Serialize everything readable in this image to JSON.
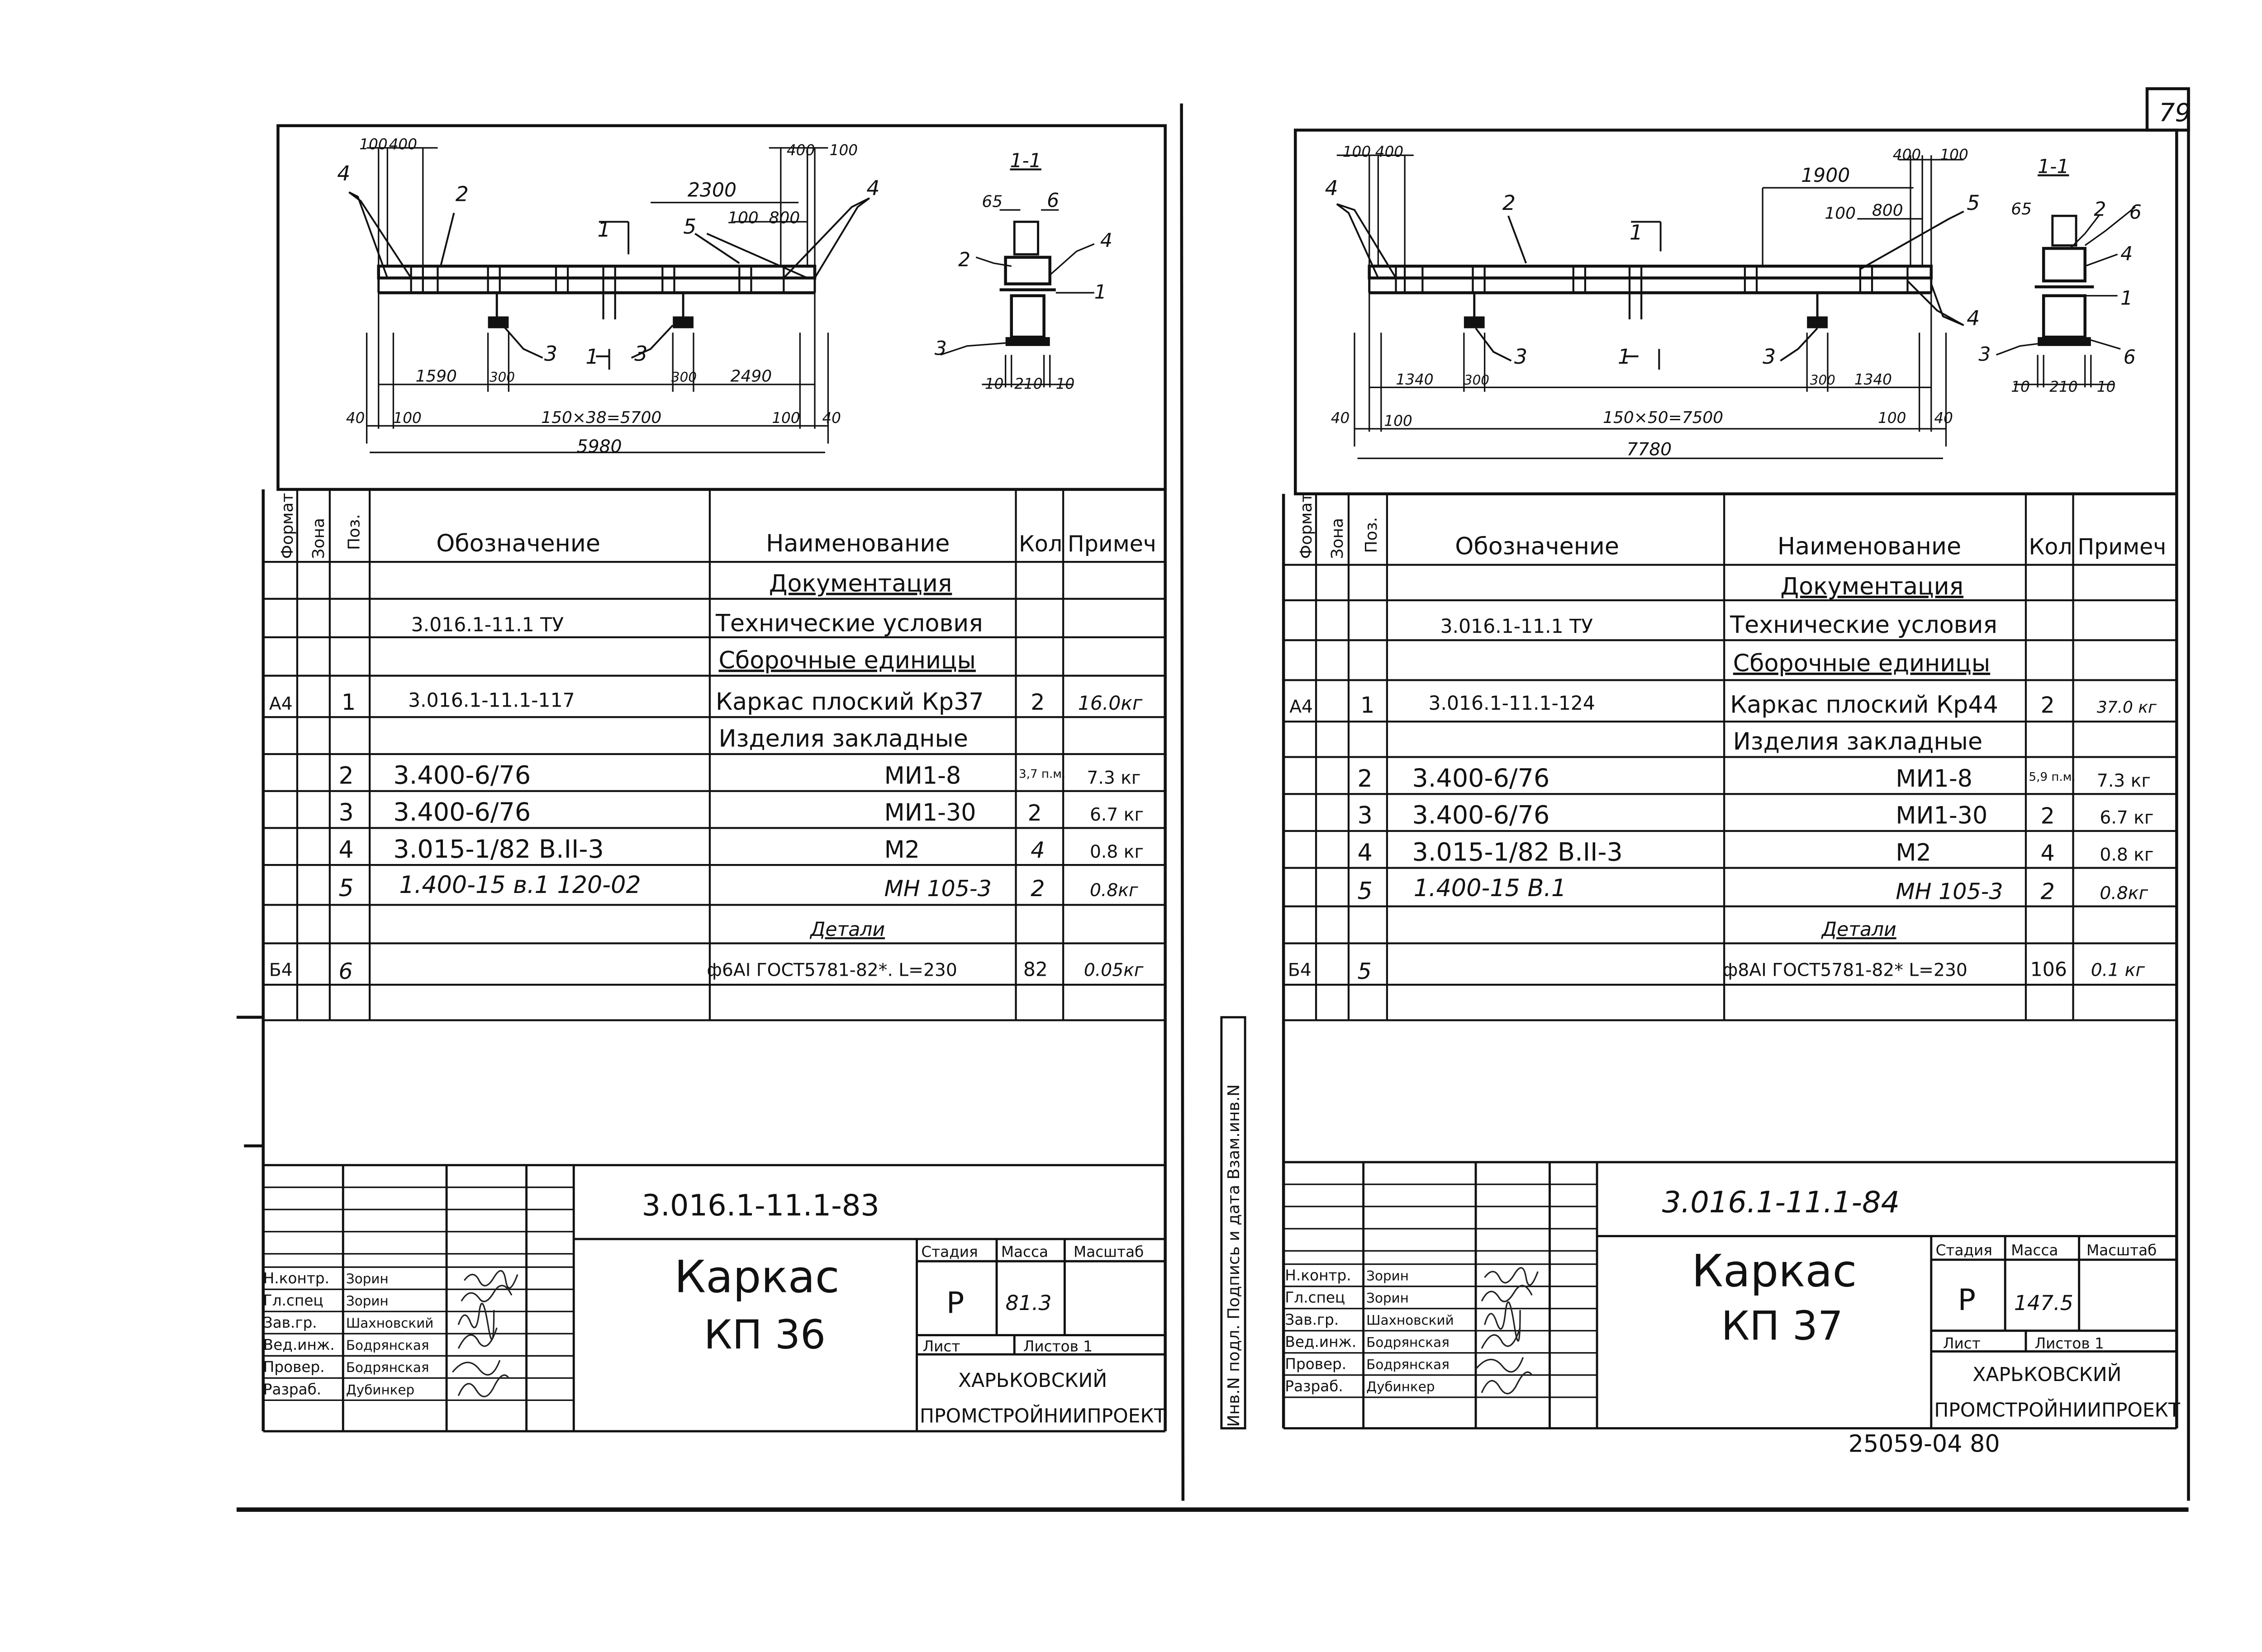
{
  "page_number": "79",
  "archive_number": "25059-04 80",
  "side_stamp": "Инв.N подл. Подпись и дата Взам.инв.N",
  "sheet_left": {
    "drawing": {
      "dims_top_left": [
        "100",
        "400"
      ],
      "dims_top_right": [
        "400",
        "100"
      ],
      "dim_2300": "2300",
      "dim_100": "100",
      "dim_800": "800",
      "dim_1590": "1590",
      "dim_300a": "300",
      "dim_300b": "300",
      "dim_2490": "2490",
      "dim_40a": "40",
      "dim_100a": "100",
      "dim_mid": "150×38=5700",
      "dim_100b": "100",
      "dim_40b": "40",
      "dim_total": "5980",
      "pos_labels": [
        "4",
        "2",
        "1",
        "5",
        "4",
        "3",
        "1",
        "3"
      ],
      "section_title": "1-1",
      "section_dims": [
        "65",
        "6",
        "2",
        "4",
        "1",
        "3",
        "10",
        "210",
        "10"
      ]
    },
    "spec_headers": [
      "Формат",
      "Зона",
      "Поз.",
      "Обозначение",
      "Наименование",
      "Кол",
      "Примеч"
    ],
    "section_doc": "Документация",
    "rows": [
      {
        "fmt": "",
        "pos": "",
        "code": "3.016.1-11.1 ТУ",
        "name": "Технические условия",
        "qty": "",
        "note": ""
      },
      {
        "fmt": "",
        "pos": "",
        "code": "",
        "name": "Сборочные единицы",
        "qty": "",
        "note": ""
      },
      {
        "fmt": "А4",
        "pos": "1",
        "code": "3.016.1-11.1-117",
        "name": "Каркас плоский Кр37",
        "qty": "2",
        "note": "16.0кг"
      },
      {
        "fmt": "",
        "pos": "",
        "code": "",
        "name": "Изделия закладные",
        "qty": "",
        "note": ""
      },
      {
        "fmt": "",
        "pos": "2",
        "code": "3.400-6/76",
        "name": "МИ1-8",
        "qty": "3,7 п.м.",
        "note": "7.3 кг"
      },
      {
        "fmt": "",
        "pos": "3",
        "code": "3.400-6/76",
        "name": "МИ1-30",
        "qty": "2",
        "note": "6.7 кг"
      },
      {
        "fmt": "",
        "pos": "4",
        "code": "3.015-1/82  В.II-3",
        "name": "М2",
        "qty": "4",
        "note": "0.8 кг"
      },
      {
        "fmt": "",
        "pos": "5",
        "code": "1.400-15  в.1 120-02",
        "name": "МН 105-3",
        "qty": "2",
        "note": "0.8кг"
      },
      {
        "fmt": "",
        "pos": "",
        "code": "",
        "name": "Детали",
        "qty": "",
        "note": ""
      },
      {
        "fmt": "Б4",
        "pos": "6",
        "code": "",
        "name": "ф6АI ГОСТ5781-82*. L=230",
        "qty": "82",
        "note": "0.05кг"
      }
    ],
    "title_code": "3.016.1-11.1-83",
    "title_name_1": "Каркас",
    "title_name_2": "КП 36",
    "stage_headers": [
      "Стадия",
      "Масса",
      "Масштаб"
    ],
    "stage": "Р",
    "mass": "81.3",
    "sheet_label": "Лист",
    "sheets_label": "Листов 1",
    "org_1": "ХАРЬКОВСКИЙ",
    "org_2": "ПРОМСТРОЙНИИПРОЕКТ",
    "roles": [
      "Н.контр.",
      "Гл.спец",
      "Зав.гр.",
      "Вед.инж.",
      "Провер.",
      "Разраб."
    ],
    "names": [
      "Зорин",
      "Зорин",
      "Шахновский",
      "Бодрянская",
      "Бодрянская",
      "Дубинкер"
    ]
  },
  "sheet_right": {
    "drawing": {
      "dims_top_left": [
        "100",
        "400"
      ],
      "dims_top_right": [
        "400",
        "100"
      ],
      "dim_1900": "1900",
      "dim_100": "100",
      "dim_800": "800",
      "dim_1340a": "1340",
      "dim_300a": "300",
      "dim_300b": "300",
      "dim_1340b": "1340",
      "dim_40a": "40",
      "dim_100a": "100",
      "dim_mid": "150×50=7500",
      "dim_100b": "100",
      "dim_40b": "40",
      "dim_total": "7780",
      "pos_labels": [
        "4",
        "2",
        "1",
        "5",
        "4",
        "3",
        "1",
        "3"
      ],
      "section_title": "1-1",
      "section_dims": [
        "65",
        "2",
        "6",
        "4",
        "1",
        "3",
        "6",
        "10",
        "210",
        "10"
      ]
    },
    "spec_headers": [
      "Формат",
      "Зона",
      "Поз.",
      "Обозначение",
      "Наименование",
      "Кол",
      "Примеч"
    ],
    "section_doc": "Документация",
    "rows": [
      {
        "fmt": "",
        "pos": "",
        "code": "3.016.1-11.1  ТУ",
        "name": "Технические условия",
        "qty": "",
        "note": ""
      },
      {
        "fmt": "",
        "pos": "",
        "code": "",
        "name": "Сборочные единицы",
        "qty": "",
        "note": ""
      },
      {
        "fmt": "А4",
        "pos": "1",
        "code": "3.016.1-11.1-124",
        "name": "Каркас плоский Кр44",
        "qty": "2",
        "note": "37.0 кг"
      },
      {
        "fmt": "",
        "pos": "",
        "code": "",
        "name": "Изделия закладные",
        "qty": "",
        "note": ""
      },
      {
        "fmt": "",
        "pos": "2",
        "code": "3.400-6/76",
        "name": "МИ1-8",
        "qty": "5,9 п.м.",
        "note": "7.3 кг"
      },
      {
        "fmt": "",
        "pos": "3",
        "code": "3.400-6/76",
        "name": "МИ1-30",
        "qty": "2",
        "note": "6.7 кг"
      },
      {
        "fmt": "",
        "pos": "4",
        "code": "3.015-1/82  В.II-3",
        "name": "М2",
        "qty": "4",
        "note": "0.8 кг"
      },
      {
        "fmt": "",
        "pos": "5",
        "code": "1.400-15   В.1",
        "name": "МН 105-3",
        "qty": "2",
        "note": "0.8кг"
      },
      {
        "fmt": "",
        "pos": "",
        "code": "",
        "name": "Детали",
        "qty": "",
        "note": ""
      },
      {
        "fmt": "Б4",
        "pos": "5",
        "code": "",
        "name": "ф8АI ГОСТ5781-82* L=230",
        "qty": "106",
        "note": "0.1 кг"
      }
    ],
    "title_code": "3.016.1-11.1-84",
    "title_name_1": "Каркас",
    "title_name_2": "КП 37",
    "stage_headers": [
      "Стадия",
      "Масса",
      "Масштаб"
    ],
    "stage": "Р",
    "mass": "147.5",
    "sheet_label": "Лист",
    "sheets_label": "Листов 1",
    "org_1": "ХАРЬКОВСКИЙ",
    "org_2": "ПРОМСТРОЙНИИПРОЕКТ",
    "roles": [
      "Н.контр.",
      "Гл.спец",
      "Зав.гр.",
      "Вед.инж.",
      "Провер.",
      "Разраб."
    ],
    "names": [
      "Зорин",
      "Зорин",
      "Шахновский",
      "Бодрянская",
      "Бодрянская",
      "Дубинкер"
    ]
  }
}
